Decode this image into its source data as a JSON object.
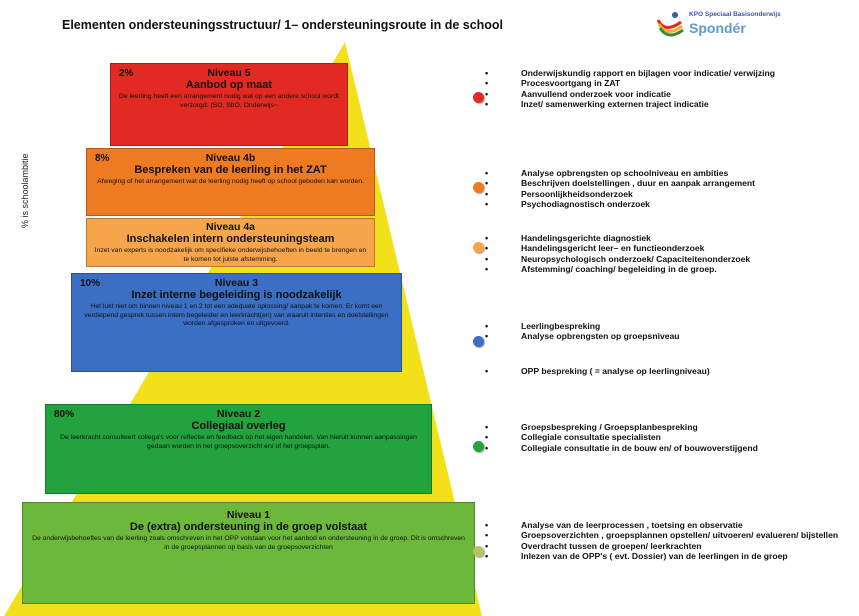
{
  "header": {
    "title": "Elementen ondersteuningsstructuur/ 1– ondersteuningsroute in de school",
    "logo_subtitle": "KPO Speciaal Basisonderwijs",
    "logo_name": "Spondér"
  },
  "side_label": "% is schoolambitie",
  "colors": {
    "triangle": "#f2e11a",
    "level5": "#e32a22",
    "level4b": "#ee7a22",
    "level4a": "#f6a54a",
    "level3": "#3a6fc4",
    "level2": "#22a33e",
    "level1": "#6cb83a",
    "dot1": "#e32a22",
    "dot2": "#ee7a22",
    "dot3": "#f6a54a",
    "dot4": "#3a6fc4",
    "dot5": "#22a33e",
    "dot6": "#b9c26a"
  },
  "levels": {
    "n5": {
      "pct": "2%",
      "num": "Niveau 5",
      "title": "Aanbod op maat",
      "desc": "De leerling heeft een arrangement nodig wat op een andere school wordt verzorgd. (SO, SbO, Onderwijs~"
    },
    "n4b": {
      "pct": "8%",
      "num": "Niveau 4b",
      "title": "Bespreken van de leerling in het ZAT",
      "desc": "Afweging of het arrangement wat de leerling nodig heeft op school geboden kan worden."
    },
    "n4a": {
      "pct": "",
      "num": "Niveau 4a",
      "title": "Inschakelen intern ondersteuningsteam",
      "desc": "Inzet van experts is noodzakelijk om specifieke onderwijsbehoeften in beeld te brengen en te komen tot juiste afstemming."
    },
    "n3": {
      "pct": "10%",
      "num": "Niveau 3",
      "title": "Inzet interne begeleiding is noodzakelijk",
      "desc": "Het lukt niet om binnen niveau 1 en 2 tot een adequate oplossing/ aanpak te komen. Er komt een verdiepend gesprek tussen intern begeleider en leerkracht(en) van waaruit intenties en doelstellingen worden afgesproken en uitgevoerd."
    },
    "n2": {
      "pct": "80%",
      "num": "Niveau 2",
      "title": "Collegiaal overleg",
      "desc": "De leerkracht consulteert collega's voor reflectie en feedback op het eigen handelen. Van hieruit kunnen aanpassingen gedaan worden in het groepsoverzicht en/ of het groepsplan."
    },
    "n1": {
      "pct": "",
      "num": "Niveau 1",
      "title": "De (extra) ondersteuning in de groep volstaat",
      "desc": "De onderwijsbehoeftes van de leerling zoals omschreven in het OPP volstaan voor het aanbod en ondersteuning in de groep. Dit is omschreven in de groepsplannen op basis van de groepsoverzichten"
    }
  },
  "bullets": {
    "g1": [
      "Onderwijskundig rapport en bijlagen voor indicatie/ verwijzing",
      "Procesvoortgang in ZAT",
      "Aanvullend onderzoek voor indicatie",
      "Inzet/ samenwerking externen traject indicatie"
    ],
    "g2": [
      "Analyse opbrengsten op schoolniveau en ambities",
      "Beschrijven doelstellingen , duur en aanpak arrangement",
      "Persoonlijkheidsonderzoek",
      "Psychodiagnostisch onderzoek"
    ],
    "g3": [
      "Handelingsgerichte diagnostiek",
      "Handelingsgericht leer– en functieonderzoek",
      "Neuropsychologisch onderzoek/ Capaciteitenonderzoek",
      "Afstemming/ coaching/ begeleiding in de groep."
    ],
    "g4": [
      "Leerlingbespreking",
      "Analyse opbrengsten op groepsniveau"
    ],
    "g4b": [
      "OPP bespreking ( = analyse op leerlingniveau)"
    ],
    "g5": [
      "Groepsbespreking / Groepsplanbespreking",
      "Collegiale consultatie specialisten",
      "Collegiale consultatie in de bouw en/ of bouwoverstijgend"
    ],
    "g6": [
      "Analyse van de leerprocessen , toetsing en observatie",
      "Groepsoverzichten , groepsplannen opstellen/ uitvoeren/ evalueren/ bijstellen",
      "Overdracht tussen de groepen/ leerkrachten",
      "Inlezen van de OPP's ( evt. Dossier) van de leerlingen in de groep"
    ]
  }
}
